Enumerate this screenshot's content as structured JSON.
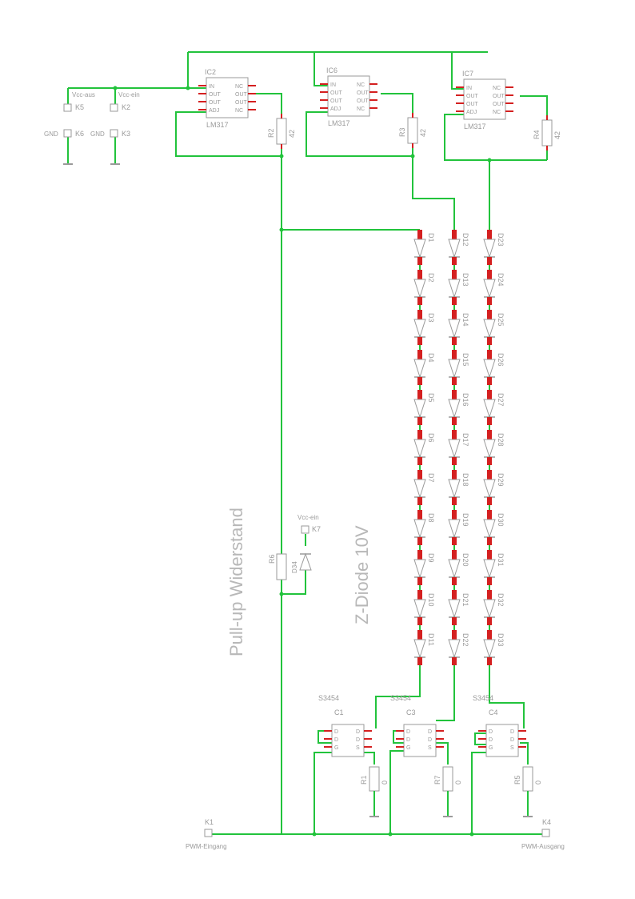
{
  "regulators": [
    {
      "ref": "IC2",
      "type": "LM317",
      "pins": [
        "IN",
        "OUT",
        "OUT",
        "ADJ",
        "NC",
        "OUT",
        "OUT",
        "NC"
      ]
    },
    {
      "ref": "IC6",
      "type": "LM317",
      "pins": [
        "IN",
        "OUT",
        "OUT",
        "ADJ",
        "NC",
        "OUT",
        "OUT",
        "NC"
      ]
    },
    {
      "ref": "IC7",
      "type": "LM317",
      "pins": [
        "IN",
        "OUT",
        "OUT",
        "ADJ",
        "NC",
        "OUT",
        "OUT",
        "NC"
      ]
    }
  ],
  "resistors_top": [
    {
      "ref": "R2",
      "value": "42"
    },
    {
      "ref": "R3",
      "value": "42"
    },
    {
      "ref": "R4",
      "value": "42"
    }
  ],
  "connectors": {
    "k5": {
      "ref": "K5",
      "net": "Vcc-aus"
    },
    "k2": {
      "ref": "K2",
      "net": "Vcc-ein"
    },
    "k6": {
      "ref": "K6",
      "net": "GND"
    },
    "k3": {
      "ref": "K3",
      "net": "GND"
    },
    "k7": {
      "ref": "K7",
      "net": "Vcc-ein"
    },
    "k1": {
      "ref": "K1",
      "net": "PWM-Eingang"
    },
    "k4": {
      "ref": "K4",
      "net": "PWM-Ausgang"
    }
  },
  "diode_columns": [
    [
      "D1",
      "D2",
      "D3",
      "D4",
      "D5",
      "D6",
      "D7",
      "D8",
      "D9",
      "D10",
      "D11"
    ],
    [
      "D12",
      "D13",
      "D14",
      "D15",
      "D16",
      "D17",
      "D18",
      "D19",
      "D20",
      "D21",
      "D22"
    ],
    [
      "D23",
      "D24",
      "D25",
      "D26",
      "D27",
      "D28",
      "D29",
      "D30",
      "D31",
      "D32",
      "D33"
    ]
  ],
  "pullup": {
    "ref": "R6",
    "zener": "D34"
  },
  "switches": [
    {
      "ref": "C1",
      "type": "S3454",
      "pins": [
        "D",
        "D",
        "G",
        "D",
        "D",
        "S"
      ]
    },
    {
      "ref": "C3",
      "type": "S3454",
      "pins": [
        "D",
        "D",
        "G",
        "D",
        "D",
        "S"
      ]
    },
    {
      "ref": "C4",
      "type": "S3454",
      "pins": [
        "D",
        "D",
        "G",
        "D",
        "D",
        "S"
      ]
    }
  ],
  "resistors_bottom": [
    {
      "ref": "R1",
      "value": "0"
    },
    {
      "ref": "R7",
      "value": "0"
    },
    {
      "ref": "R5",
      "value": "0"
    }
  ],
  "annotations": {
    "pullup_label": "Pull-up Widerstand",
    "zener_label": "Z-Diode 10V"
  },
  "colors": {
    "wire": "#22c33c",
    "pin": "#d42020",
    "outline": "#9a9a9a"
  }
}
